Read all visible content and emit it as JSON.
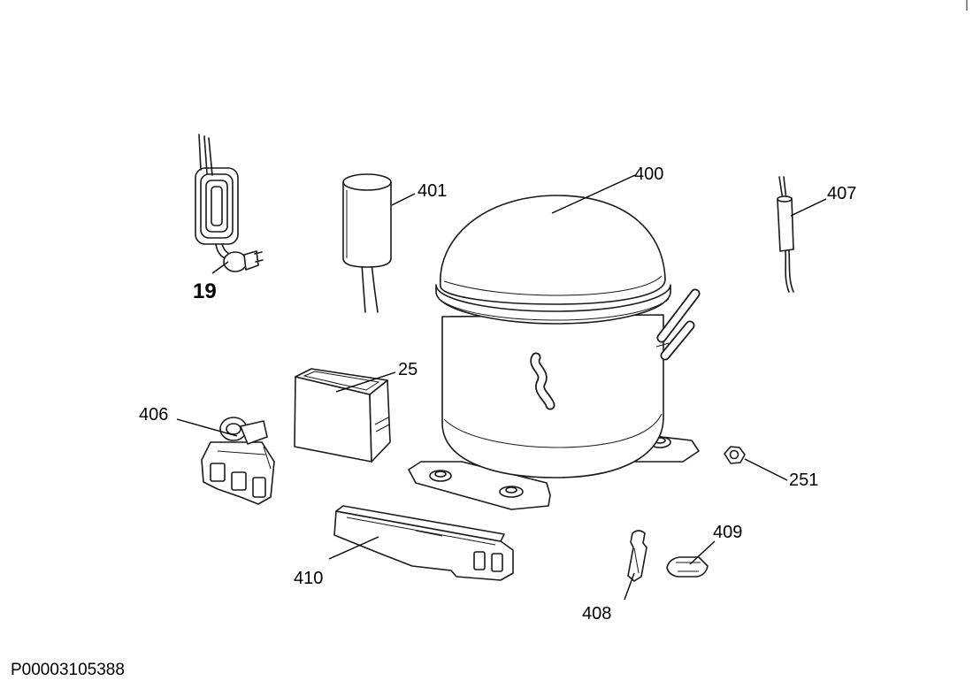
{
  "callouts": {
    "c19": "19",
    "c401": "401",
    "c400": "400",
    "c407": "407",
    "c25": "25",
    "c406": "406",
    "c251": "251",
    "c410": "410",
    "c409": "409",
    "c408": "408"
  },
  "footer": {
    "code": "P00003105388"
  }
}
